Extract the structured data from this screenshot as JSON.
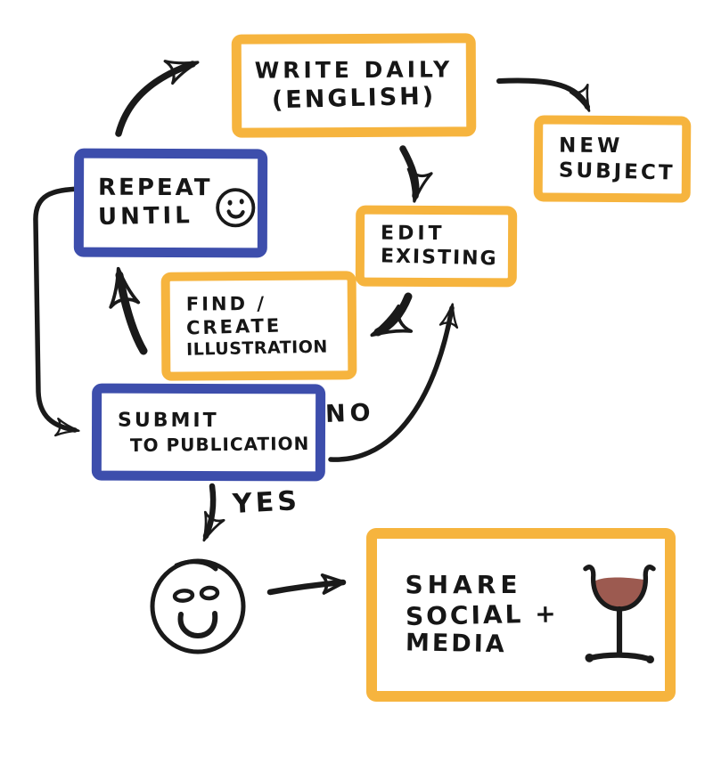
{
  "diagram": {
    "kind": "hand-drawn flowchart",
    "background": "#ffffff",
    "colors": {
      "highlight_box_border": "#F6B43E",
      "loop_box_border": "#3D4EAC",
      "ink": "#1a1a1a",
      "wine_fill": "#9C5A50"
    },
    "nodes": {
      "write_daily": {
        "line1": "WRITE DAILY",
        "line2": "(ENGLISH)"
      },
      "new_subject": {
        "line1": "NEW",
        "line2": "SUBJECT"
      },
      "repeat_until": {
        "line1": "REPEAT",
        "line2": "UNTIL",
        "icon": "smiley-face"
      },
      "edit_existing": {
        "line1": "EDIT",
        "line2": "EXISTING"
      },
      "find_create_illustration": {
        "line1": "FIND /",
        "line2": "CREATE",
        "line3": "ILLUSTRATION"
      },
      "submit_to_publication": {
        "line1": "SUBMIT",
        "line2": "TO PUBLICATION"
      },
      "share_social_media": {
        "line1": "SHARE",
        "line2": "SOCIAL +",
        "line3": "MEDIA",
        "icon": "wine-glass"
      }
    },
    "edge_labels": {
      "no": "NO",
      "yes": "YES"
    },
    "edges": [
      {
        "from": "repeat_until",
        "to": "write_daily"
      },
      {
        "from": "write_daily",
        "to": "new_subject"
      },
      {
        "from": "write_daily",
        "to": "edit_existing"
      },
      {
        "from": "edit_existing",
        "to": "find_create_illustration"
      },
      {
        "from": "find_create_illustration",
        "to": "repeat_until"
      },
      {
        "from": "repeat_until",
        "to": "submit_to_publication"
      },
      {
        "from": "submit_to_publication",
        "to": "edit_existing",
        "label": "NO"
      },
      {
        "from": "submit_to_publication",
        "to": "happy_face",
        "label": "YES"
      },
      {
        "from": "happy_face",
        "to": "share_social_media"
      }
    ]
  }
}
